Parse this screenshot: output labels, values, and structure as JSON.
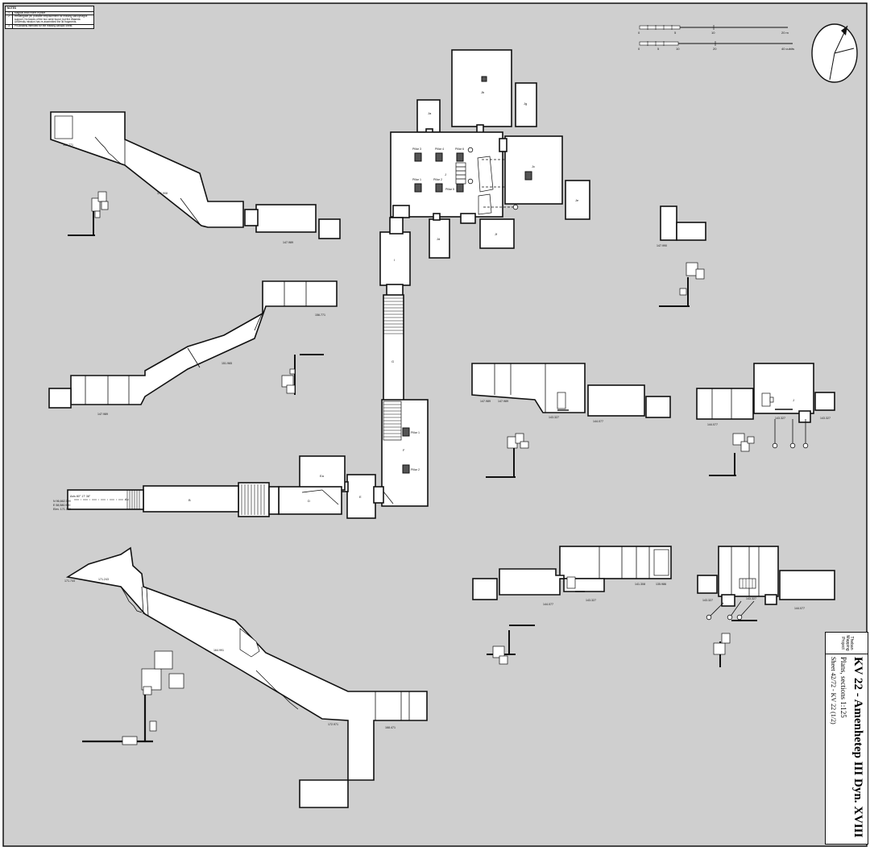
{
  "notes": {
    "title": "NOTES",
    "items": [
      {
        "n": "1",
        "text": "Magical brick niche in pillar."
      },
      {
        "n": "2",
        "text": "Rectangular pit; possible emplacement for missing sarcophagus support. No traces of the box were found, but the Waseda University mission has re-assembled the lid fragments."
      },
      {
        "n": "3",
        "text": "Pit possibly intended for the missing canopic chest."
      }
    ]
  },
  "scale": {
    "metric_ticks": [
      "0",
      "5",
      "10",
      "20 m"
    ],
    "feet_ticks": [
      "0",
      "5",
      "10",
      "20",
      "40 cubits"
    ]
  },
  "rooms": {
    "J": "J",
    "Ja": "Ja",
    "Jb": "Jb",
    "Jc": "Jc",
    "Jd": "Jd",
    "Je": "Je",
    "Jf": "Jf",
    "Jg": "Jg",
    "I": "I",
    "G": "G",
    "F": "F",
    "E": "E",
    "D": "D",
    "Ea": "Ea",
    "A": "A",
    "B": "B",
    "pillar1": "Pillar 1",
    "pillar2": "Pillar 2",
    "pillar3": "Pillar 3",
    "pillar4": "Pillar 4",
    "pillar5": "Pillar 5",
    "pillar6": "Pillar 6"
  },
  "section_labels": {
    "s1a": "156.771",
    "s1b": "171.908",
    "s1c": "147.989",
    "s2a": "156.771",
    "s2b": "151.965",
    "s2c": "147.989",
    "s3a": "147.989",
    "s3b": "147.989",
    "s3c": "143.327",
    "s3d": "144.077",
    "s4a": "144.077",
    "s4b": "143.327",
    "s4c": "143.327",
    "s5a": "144.077",
    "s5b": "143.327",
    "s5c": "141.308",
    "s5d": "135.986",
    "s6a": "143.327",
    "s6b": "143.327",
    "s6c": "144.077",
    "s7a": "171.733",
    "s7b": "171.243",
    "s7c": "164.991",
    "s7d": "172.971",
    "s7e": "168.471",
    "s8": "147.990"
  },
  "axis": {
    "line1": "Axis 80° 17' 38\"",
    "line2": "N 96,662.399",
    "line3": "E 58,580.990",
    "line4": "Elev. 171.740"
  },
  "title_block": {
    "logo": "Theban Mapping Project",
    "title": "KV 22 - Amenhetep III   Dyn. XVIII",
    "subtitle": "Plans, sections 1:125",
    "sheet": "Sheet 42/72 - KV 22 (1/2)"
  }
}
